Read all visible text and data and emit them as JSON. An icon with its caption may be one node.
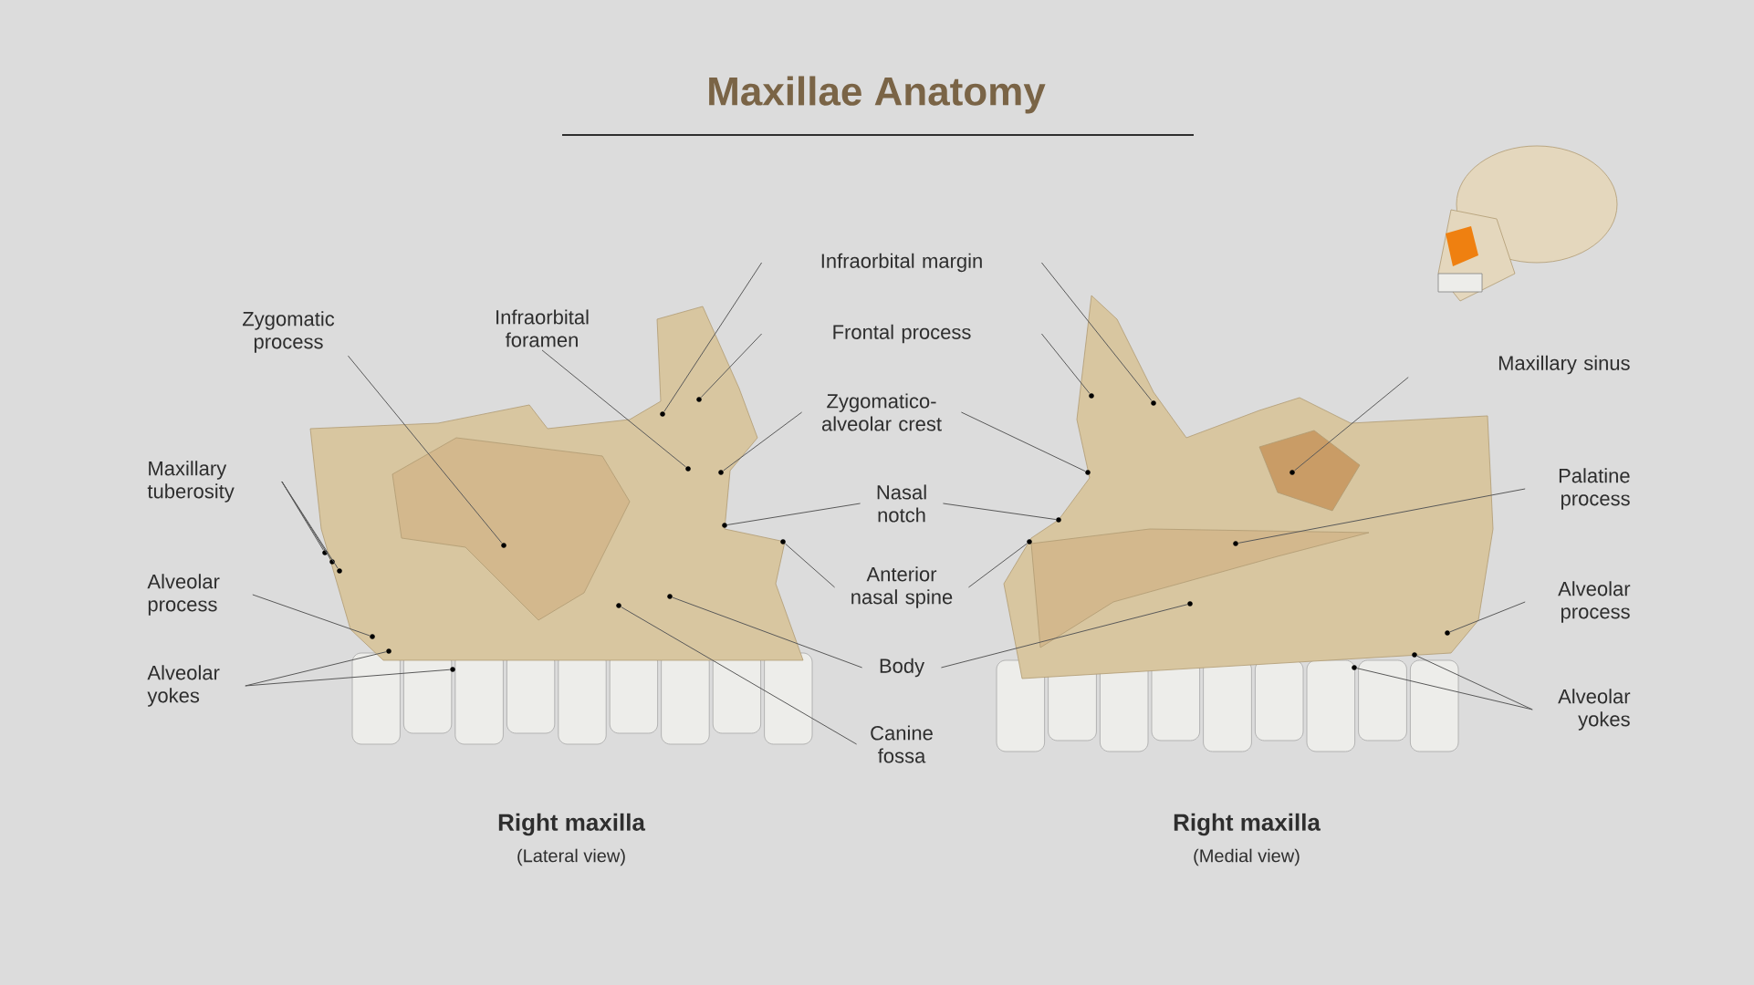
{
  "diagram": {
    "title": "Maxillae Anatomy",
    "nodes": [
      {
        "text": [
          "Zygomatic process"
        ]
      },
      {
        "text": [
          "Infraorbital foramen"
        ]
      },
      {
        "text": [
          "Infraorbital margin"
        ]
      },
      {
        "text": [
          "Frontal process"
        ]
      },
      {
        "text": [
          "Zygomatico-alveolar crest"
        ]
      },
      {
        "text": [
          "Nasal notch"
        ]
      },
      {
        "text": [
          "Anterior nasal spine"
        ]
      },
      {
        "text": [
          "Body"
        ]
      },
      {
        "text": [
          "Canine fossa"
        ]
      },
      {
        "text": [
          "Maxillary tuberosity"
        ]
      },
      {
        "text": [
          "Alveolar process"
        ]
      },
      {
        "text": [
          "Alveolar yokes"
        ]
      },
      {
        "text": [
          "Maxillary sinus"
        ]
      },
      {
        "text": [
          "Palatine process"
        ]
      },
      {
        "text": [
          "Alveolar process"
        ]
      },
      {
        "text": [
          "Alveolar yokes"
        ]
      },
      {
        "text": [],
        "shape": "circle"
      },
      {
        "text": [],
        "shape": "circle"
      },
      {
        "text": [],
        "shape": "circle"
      },
      {
        "text": [],
        "shape": "circle"
      },
      {
        "text": [],
        "shape": "circle"
      },
      {
        "text": [],
        "shape": "circle"
      },
      {
        "text": [],
        "shape": "circle"
      },
      {
        "text": [],
        "shape": "circle"
      },
      {
        "text": [],
        "shape": "circle"
      },
      {
        "text": [],
        "shape": "circle"
      },
      {
        "text": [],
        "shape": "circle"
      },
      {
        "text": [],
        "shape": "circle"
      },
      {
        "text": [],
        "shape": "circle"
      },
      {
        "text": [],
        "shape": "circle"
      },
      {
        "text": [],
        "shape": "circle"
      },
      {
        "text": [],
        "shape": "circle"
      },
      {
        "text": [],
        "shape": "circle"
      },
      {
        "text": [],
        "shape": "circle"
      },
      {
        "text": [],
        "shape": "circle"
      },
      {
        "text": [],
        "shape": "circle"
      },
      {
        "text": [],
        "shape": "circle"
      },
      {
        "text": [],
        "shape": "circle"
      },
      {
        "text": [],
        "shape": "circle"
      },
      {
        "text": [],
        "shape": "circle"
      },
      {
        "text": [],
        "shape": "circle"
      },
      {
        "text": [],
        "shape": "circle"
      }
    ],
    "edges": [
      {
        "from": 0,
        "to": 22,
        "arrow": "none"
      },
      {
        "from": 1,
        "to": 26,
        "arrow": "none"
      },
      {
        "from": 2,
        "to": 24,
        "arrow": "none"
      },
      {
        "from": 2,
        "to": 35,
        "arrow": "none"
      },
      {
        "from": 3,
        "to": 27,
        "arrow": "none"
      },
      {
        "from": 3,
        "to": 34,
        "arrow": "none"
      },
      {
        "from": 4,
        "to": 28,
        "arrow": "none"
      },
      {
        "from": 4,
        "to": 33,
        "arrow": "none"
      },
      {
        "from": 5,
        "to": 29,
        "arrow": "none"
      },
      {
        "from": 5,
        "to": 32,
        "arrow": "none"
      },
      {
        "from": 6,
        "to": 30,
        "arrow": "none"
      },
      {
        "from": 6,
        "to": 31,
        "arrow": "none"
      },
      {
        "from": 7,
        "to": 25,
        "arrow": "none"
      },
      {
        "from": 7,
        "to": 36,
        "arrow": "none"
      },
      {
        "from": 8,
        "to": 23,
        "arrow": "none"
      },
      {
        "from": 9,
        "to": 16,
        "arrow": "none"
      },
      {
        "from": 9,
        "to": 17,
        "arrow": "none"
      },
      {
        "from": 9,
        "to": 18,
        "arrow": "none"
      },
      {
        "from": 10,
        "to": 19,
        "arrow": "none"
      },
      {
        "from": 11,
        "to": 20,
        "arrow": "none"
      },
      {
        "from": 11,
        "to": 21,
        "arrow": "none"
      },
      {
        "from": 12,
        "to": 38,
        "arrow": "none"
      },
      {
        "from": 13,
        "to": 37,
        "arrow": "none"
      },
      {
        "from": 14,
        "to": 41,
        "arrow": "none"
      },
      {
        "from": 15,
        "to": 40,
        "arrow": "none"
      },
      {
        "from": 15,
        "to": 39,
        "arrow": "none"
      }
    ],
    "labels": [
      "Right maxilla",
      "(Lateral view)",
      "Right maxilla",
      "(Medial view)"
    ]
  }
}
